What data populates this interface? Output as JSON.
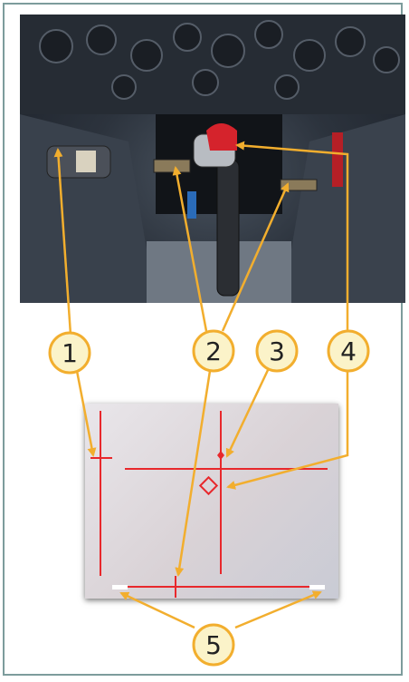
{
  "callouts": [
    {
      "id": 1,
      "label": "1"
    },
    {
      "id": 2,
      "label": "2"
    },
    {
      "id": 3,
      "label": "3"
    },
    {
      "id": 4,
      "label": "4"
    },
    {
      "id": 5,
      "label": "5"
    }
  ],
  "colors": {
    "frame_border": "#7d9c9c",
    "callout_fill": "#fbf3c9",
    "callout_stroke": "#f2ae2e",
    "arrow": "#f2ae2e",
    "reticle_red": "#e8282c",
    "panel_bg": "#ddd6da"
  },
  "icons": {
    "photo": "cockpit-photo",
    "diagram": "gunsight-reticle"
  }
}
